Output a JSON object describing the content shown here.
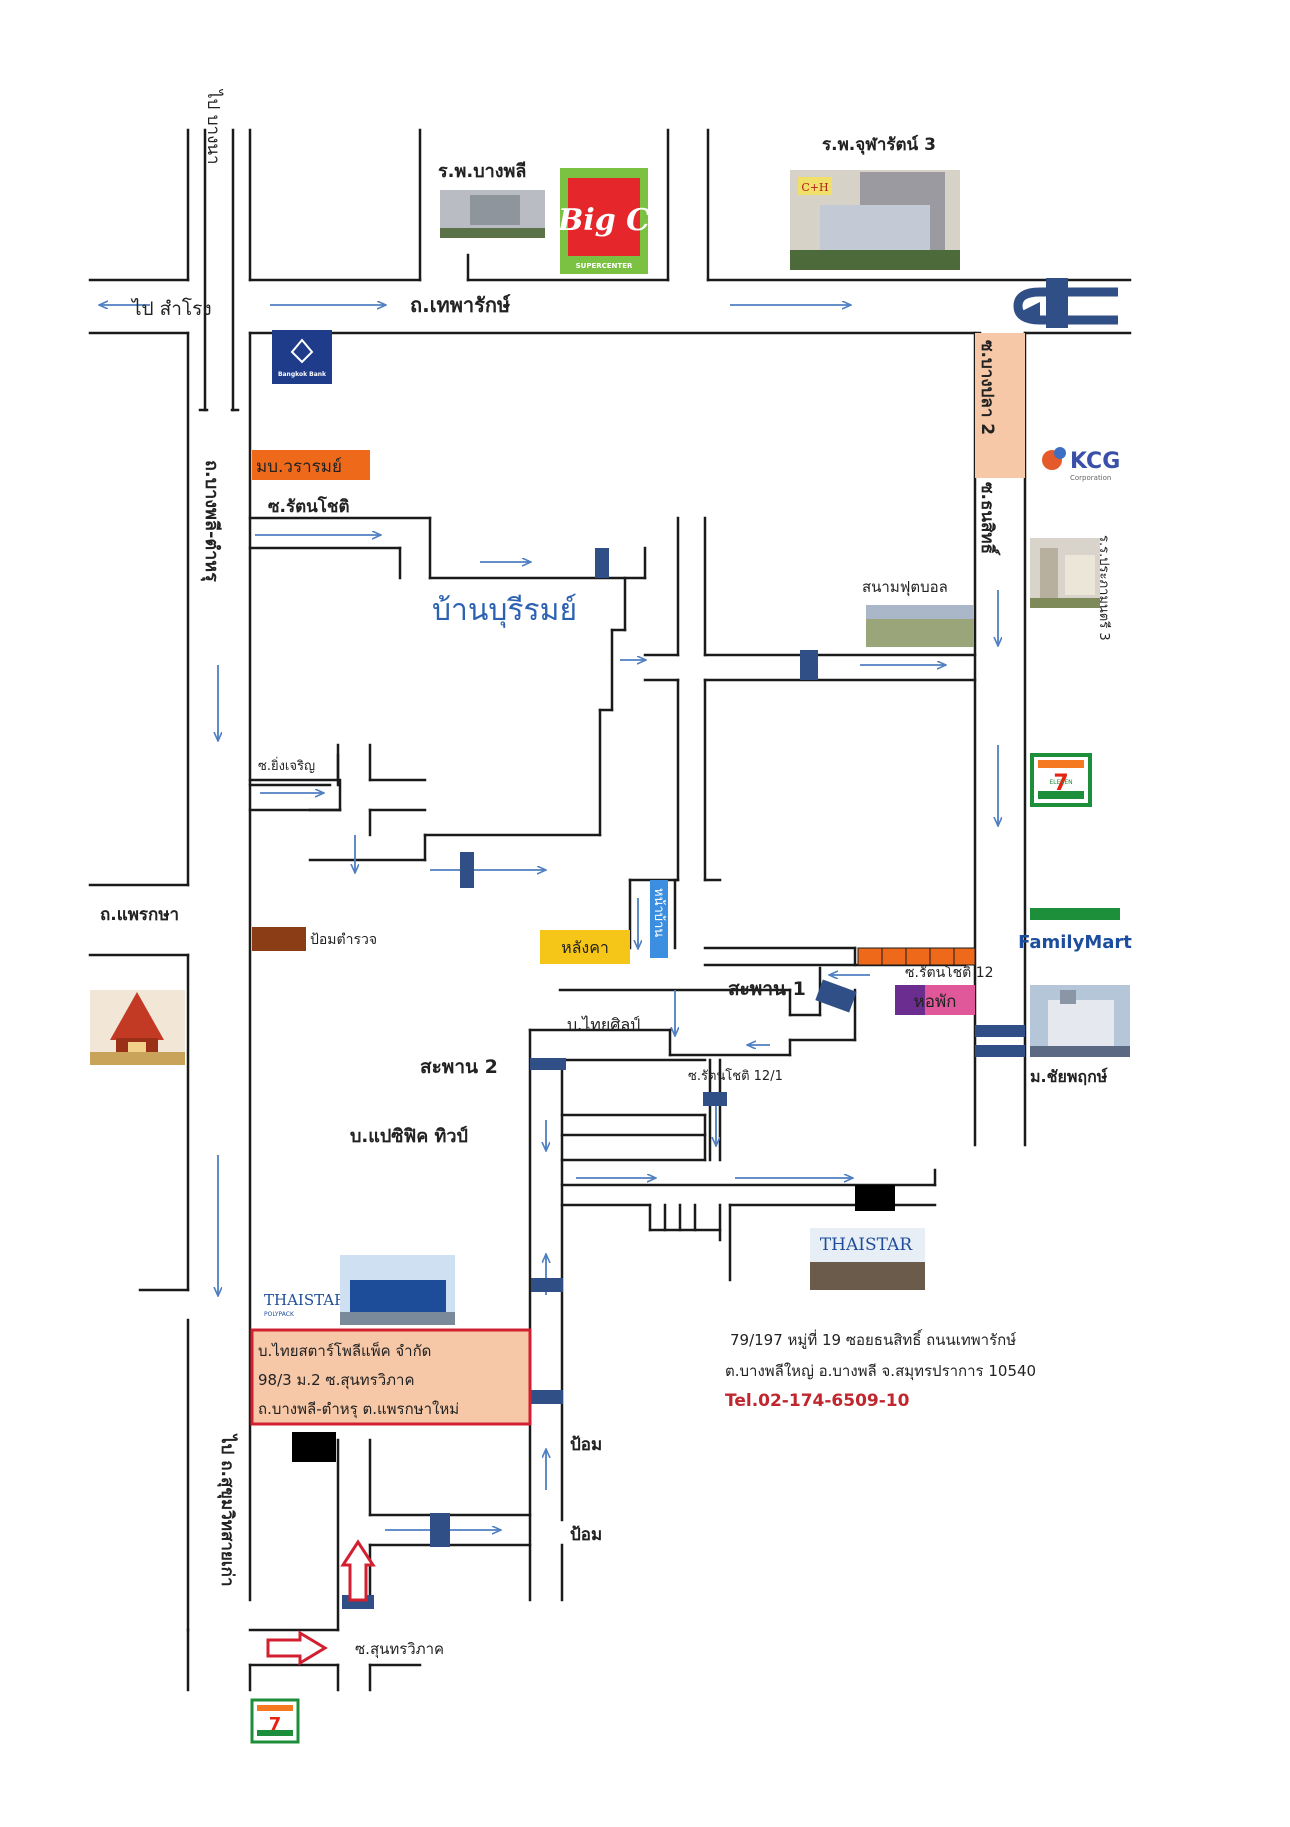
{
  "roads": {
    "main_top": "ถ.เทพารักษ์",
    "left_main": "ถ.บางพลี-ตำหรุ",
    "to_samrong": "ไป สำโรง",
    "to_bangna": "ไป บางนา",
    "to_sukhumvit": "ไป ถ.สุขุมวิทสายเก่า",
    "phraeksa": "ถ.แพรกษา",
    "soi_bangpla2": "ซ.บางปลา 2",
    "soi_thanasit": "ซ.ธนสิทธิ์",
    "soi_rattanachot": "ซ.รัตนโชติ",
    "soi_yingcharoen": "ซ.ยิ่งเจริญ",
    "soi_rattanachot12": "ซ.รัตนโชติ 12",
    "soi_rattanachot12_1": "ซ.รัตนโชติ 12/1",
    "soi_sunthornwiphak": "ซ.สุนทรวิภาค"
  },
  "landmarks": {
    "hosp_bangphli": "ร.พ.บางพลี",
    "hosp_chularat": "ร.พ.จุฬารัตน์   3",
    "bigc_text": "Big C",
    "bigc_sub": "SUPERCENTER",
    "bank_text": "Bangkok Bank",
    "ch_text": "C+H",
    "village_waraom": "มบ.วรารมย์",
    "ban_burirom": "บ้านบุรีรมย์",
    "football": "สนามฟุตบอล",
    "kcg_text": "KCG",
    "kcg_sub": "Corporation",
    "school": "ร.ร.ประภามนตรี 3",
    "seven_text": "ELEVEN",
    "seven_num": "7",
    "familymart": "FamilyMart",
    "university": "ม.ชัยพฤกษ์",
    "police_box": "ป้อมตำรวจ",
    "langka": "หลังคา",
    "namkhang": "หน้าบ้าน",
    "bridge1": "สะพาน 1",
    "bridge2": "สะพาน 2",
    "dorm": "หอพัก",
    "thaisilp": "บ.ไทยศิลป์",
    "pacific": "บ.แปซิฟิค ทิวป์",
    "guard1": "ป้อม",
    "guard2": "ป้อม",
    "thaistar_logo": "THAISTAR",
    "thaistar_sub": "POLYPACK"
  },
  "company_box": {
    "line1": "บ.ไทยสตาร์โพลีแพ็ค   จำกัด",
    "line2": "98/3 ม.2 ซ.สุนทรวิภาค",
    "line3": "ถ.บางพลี-ตำหรุ   ต.แพรกษาใหม่"
  },
  "address": {
    "line1": "79/197 หมู่ที่ 19 ซอยธนสิทธิ์ ถนนเทพารักษ์",
    "line2": "ต.บางพลีใหญ่   อ.บางพลี   จ.สมุทรปราการ   10540",
    "tel": "Tel.02-174-6509-10"
  },
  "colors": {
    "road": "#1a1a1a",
    "arrow": "#4f7fc0",
    "bridge": "#2f4f86",
    "bigc_red": "#e5262a",
    "bigc_green": "#7cc242",
    "seven_green": "#1d8f3b",
    "seven_red": "#e42313",
    "seven_orange": "#f47920",
    "orange": "#ee6a1a",
    "yellow": "#f5c518",
    "red": "#d32030",
    "peach": "#f6c8a8",
    "magenta": "#e0579a"
  }
}
